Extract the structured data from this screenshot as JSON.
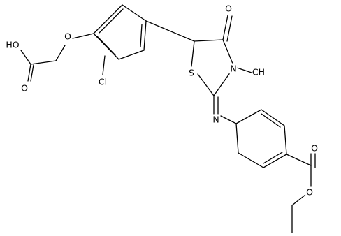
{
  "diagram": {
    "type": "chemical-structure",
    "background_color": "#ffffff",
    "line_color": "#000000",
    "atom_labels": {
      "hydroxyl": "HO",
      "acid_carbonyl_o": "O",
      "ether_o": "O",
      "chloro": "Cl",
      "ketone_o": "O",
      "ring_n": "N",
      "ring_s": "S",
      "methyl": "CH",
      "imine_n": "N",
      "ester_carbonyl_o": "O",
      "ester_o": "O"
    }
  }
}
